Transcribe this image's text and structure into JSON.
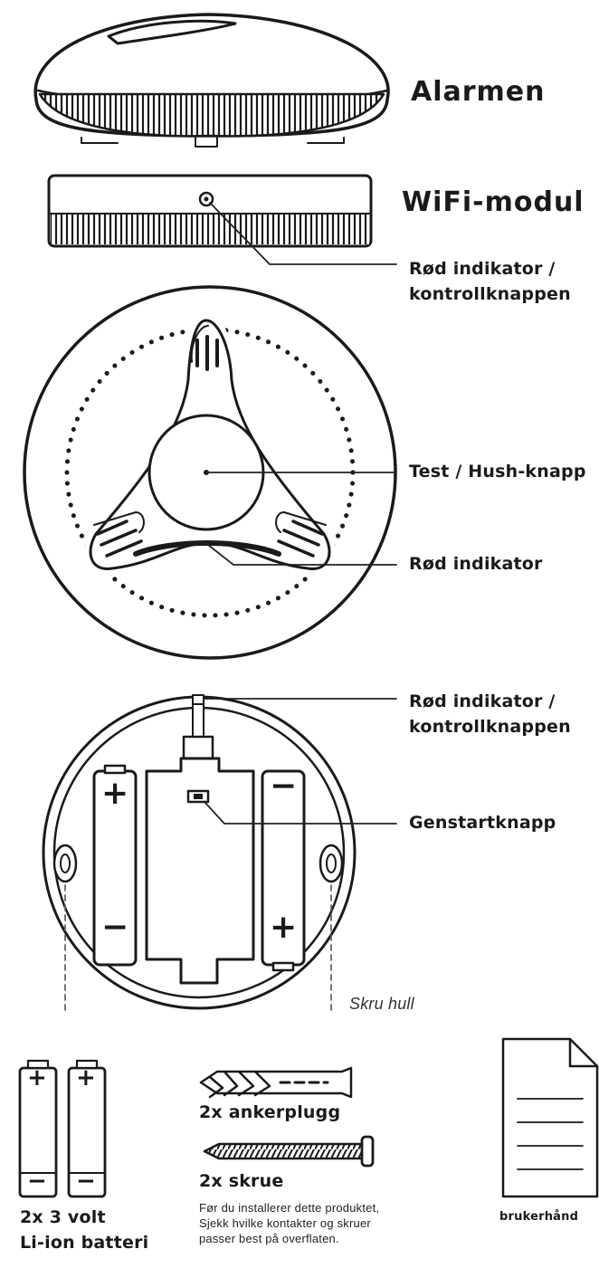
{
  "labels": {
    "alarm": "Alarmen",
    "wifi": "WiFi-modul",
    "red_indicator_control_1": "Rød indikator /",
    "red_indicator_control_2": "kontrollknappen",
    "test_hush": "Test / Hush-knapp",
    "red_indicator": "Rød indikator",
    "red_indicator_control_b1": "Rød indikator /",
    "red_indicator_control_b2": "kontrollknappen",
    "restart": "Genstartknapp",
    "screw_holes": "Skru hull"
  },
  "kit": {
    "anchors": "2x ankerplugg",
    "screws": "2x skrue",
    "note_1": "Før du installerer dette produktet,",
    "note_2": "Sjekk hvilke kontakter og skruer",
    "note_3": "passer best på overflaten.",
    "batteries_1": "2x 3 volt",
    "batteries_2": "Li-ion batteri",
    "manual": "brukerhånd"
  },
  "symbols": {
    "plus": "+",
    "minus": "−"
  }
}
